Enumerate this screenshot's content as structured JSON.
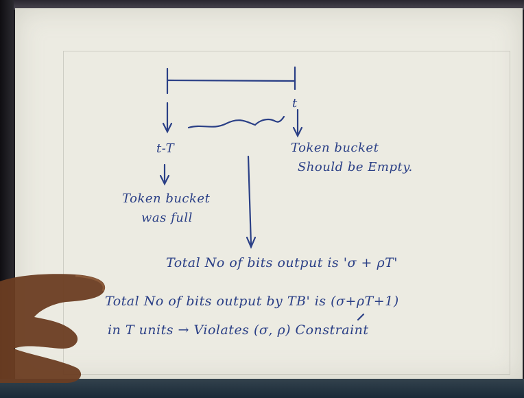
{
  "labels": {
    "right_end": "t",
    "left_end": "t-T",
    "full": [
      "Token bucket",
      "was full"
    ],
    "empty": [
      "Token bucket",
      "Should be Empty."
    ],
    "line1": "Total No of bits output is 'σ + ρT'",
    "line2": "Total No of bits output by TB' is (σ+ρT+1)",
    "line3": "in T units → Violates (σ, ρ) Constraint"
  },
  "colors": {
    "ink": "#2a3f86",
    "paper": "#ecebe2",
    "skin": "#6b3d22"
  }
}
